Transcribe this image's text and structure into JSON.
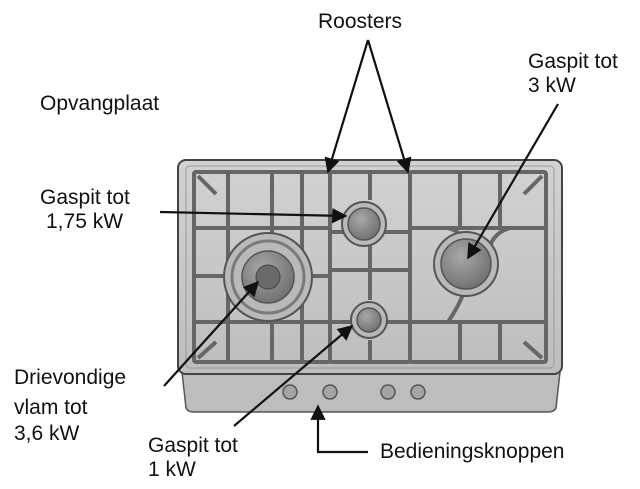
{
  "labels": {
    "roosters": "Roosters",
    "opvangplaat": "Opvangplaat",
    "gaspit_175": [
      "Gaspit tot",
      "1,75 kW"
    ],
    "gaspit_3": [
      "Gaspit tot",
      "3 kW"
    ],
    "drievondige": [
      "Drievondige",
      "vlam tot",
      "3,6 kW"
    ],
    "gaspit_1": [
      "Gaspit tot",
      "1 kW"
    ],
    "bedieningsknoppen": "Bedieningsknoppen"
  },
  "colors": {
    "hob_surface": "#c4c4c4",
    "grate": "#666666",
    "burner_cap": "#8a8a8a",
    "text": "#111111"
  },
  "icons": [
    "hob-diagram",
    "gas-burner-icon",
    "control-knob-icon"
  ]
}
